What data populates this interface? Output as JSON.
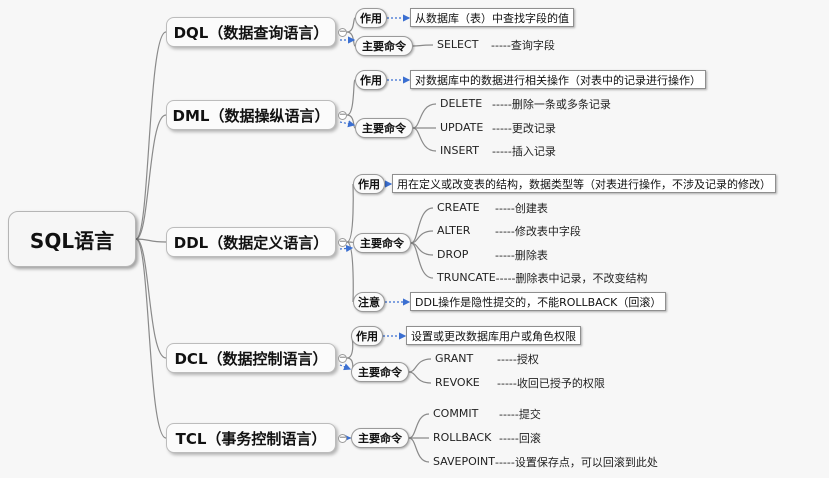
{
  "root": {
    "label": "SQL语言"
  },
  "sections": [
    {
      "title": "DQL（数据查询语言）",
      "purpose_tag": "作用",
      "purpose": "从数据库（表）中查找字段的值",
      "commands_tag": "主要命令",
      "commands": [
        {
          "keyword": "SELECT",
          "desc": "-----查询字段"
        }
      ]
    },
    {
      "title": "DML（数据操纵语言）",
      "purpose_tag": "作用",
      "purpose": "对数据库中的数据进行相关操作（对表中的记录进行操作）",
      "commands_tag": "主要命令",
      "commands": [
        {
          "keyword": "DELETE",
          "desc": "-----删除一条或多条记录"
        },
        {
          "keyword": "UPDATE",
          "desc": "-----更改记录"
        },
        {
          "keyword": "INSERT",
          "desc": "-----插入记录"
        }
      ]
    },
    {
      "title": "DDL（数据定义语言）",
      "purpose_tag": "作用",
      "purpose": "用在定义或改变表的结构，数据类型等（对表进行操作，不涉及记录的修改）",
      "commands_tag": "主要命令",
      "commands": [
        {
          "keyword": "CREATE",
          "desc": "-----创建表"
        },
        {
          "keyword": "ALTER",
          "desc": "-----修改表中字段"
        },
        {
          "keyword": "DROP",
          "desc": "-----删除表"
        },
        {
          "keyword": "TRUNCATE",
          "desc": "-----删除表中记录，不改变结构"
        }
      ],
      "note_tag": "注意",
      "note": "DDL操作是隐性提交的，不能ROLLBACK（回滚）"
    },
    {
      "title": "DCL（数据控制语言）",
      "purpose_tag": "作用",
      "purpose": "设置或更改数据库用户或角色权限",
      "commands_tag": "主要命令",
      "commands": [
        {
          "keyword": "GRANT",
          "desc": "-----授权"
        },
        {
          "keyword": "REVOKE",
          "desc": "-----收回已授予的权限"
        }
      ]
    },
    {
      "title": "TCL（事务控制语言）",
      "commands_tag": "主要命令",
      "commands": [
        {
          "keyword": "COMMIT",
          "desc": "-----提交"
        },
        {
          "keyword": "ROLLBACK",
          "desc": "-----回滚"
        },
        {
          "keyword": "SAVEPOINT",
          "desc": "-----设置保存点，可以回滚到此处"
        }
      ]
    }
  ]
}
